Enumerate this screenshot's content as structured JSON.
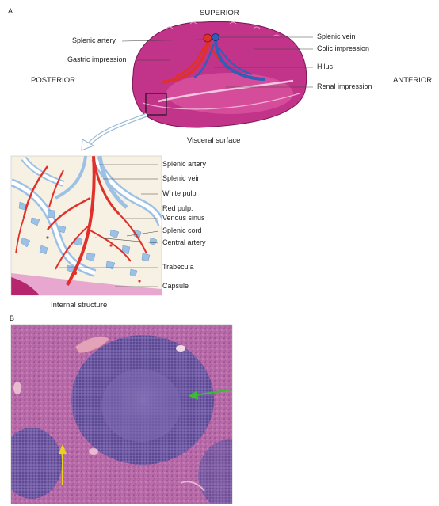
{
  "panel_a": {
    "letter": "A",
    "orientation": {
      "superior": "SUPERIOR",
      "posterior": "POSTERIOR",
      "anterior": "ANTERIOR"
    },
    "spleen_labels": {
      "splenic_artery": "Splenic artery",
      "gastric_impression": "Gastric impression",
      "splenic_vein": "Splenic vein",
      "colic_impression": "Colic impression",
      "hilus": "Hilus",
      "renal_impression": "Renal impression"
    },
    "visceral_caption": "Visceral surface",
    "internal_labels": {
      "splenic_artery": "Splenic artery",
      "splenic_vein": "Splenic vein",
      "white_pulp": "White pulp",
      "red_pulp": "Red pulp:",
      "venous_sinus": "Venous sinus",
      "splenic_cord": "Splenic cord",
      "central_artery": "Central artery",
      "trabecula": "Trabecula",
      "capsule": "Capsule"
    },
    "internal_caption": "Internal structure"
  },
  "panel_b": {
    "letter": "B"
  },
  "colors": {
    "spleen": "#c2338a",
    "spleen_light": "#e070b3",
    "artery": "#e0302b",
    "vein": "#2f5fb8",
    "vein_light": "#9cc1e6",
    "pulp_bg": "#f7f1e3",
    "histo_bg": "#b567a6",
    "green_arrow": "#3dbb34",
    "yellow_arrow": "#e8d21c"
  }
}
